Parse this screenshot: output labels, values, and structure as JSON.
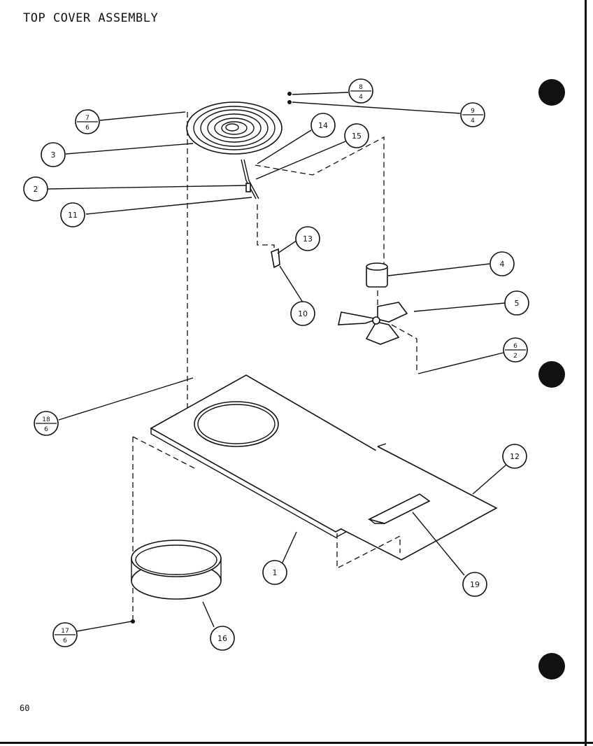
{
  "title": "TOP COVER ASSEMBLY",
  "page_number": "60",
  "callouts": {
    "c1": "1",
    "c2": "2",
    "c3": "3",
    "c4": "4",
    "c5": "5",
    "c10": "10",
    "c11": "11",
    "c12": "12",
    "c13": "13",
    "c14": "14",
    "c15": "15",
    "c16": "16",
    "c19": "19"
  },
  "fractions": {
    "f7_6": {
      "num": "7",
      "den": "6"
    },
    "f8_4": {
      "num": "8",
      "den": "4"
    },
    "f9_4": {
      "num": "9",
      "den": "4"
    },
    "f6_2": {
      "num": "6",
      "den": "2"
    },
    "f18_6": {
      "num": "18",
      "den": "6"
    },
    "f17_6": {
      "num": "17",
      "den": "6"
    }
  }
}
